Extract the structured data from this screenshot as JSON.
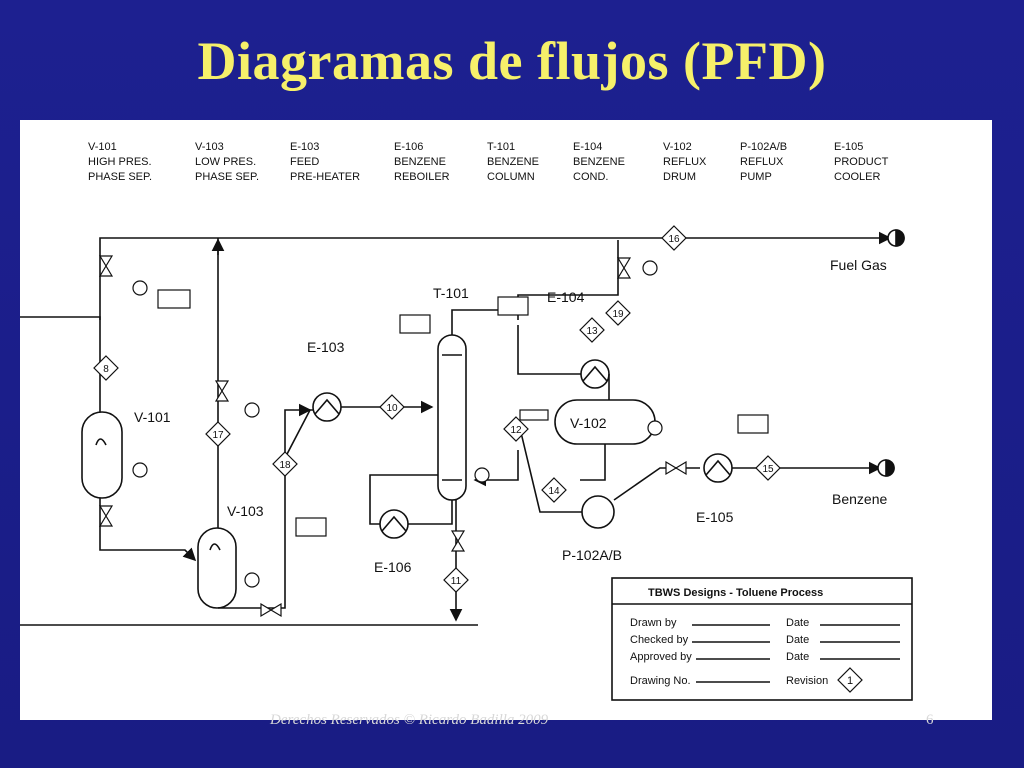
{
  "slide": {
    "title": "Diagramas de flujos (PFD)",
    "footer": "Derechos Reservados © Ricardo Badilla 2009",
    "page_number": "6"
  },
  "equipment_header": [
    {
      "tag": "V-101",
      "line1": "HIGH PRES.",
      "line2": "PHASE SEP."
    },
    {
      "tag": "V-103",
      "line1": "LOW PRES.",
      "line2": "PHASE SEP."
    },
    {
      "tag": "E-103",
      "line1": "FEED",
      "line2": "PRE-HEATER"
    },
    {
      "tag": "E-106",
      "line1": "BENZENE",
      "line2": "REBOILER"
    },
    {
      "tag": "T-101",
      "line1": "BENZENE",
      "line2": "COLUMN"
    },
    {
      "tag": "E-104",
      "line1": "BENZENE",
      "line2": "COND."
    },
    {
      "tag": "V-102",
      "line1": "REFLUX",
      "line2": "DRUM"
    },
    {
      "tag": "P-102A/B",
      "line1": "REFLUX",
      "line2": "PUMP"
    },
    {
      "tag": "E-105",
      "line1": "PRODUCT",
      "line2": "COOLER"
    }
  ],
  "labels": {
    "t101": "T-101",
    "e104": "E-104",
    "e103": "E-103",
    "v101": "V-101",
    "v102": "V-102",
    "v103": "V-103",
    "e106": "E-106",
    "e105": "E-105",
    "p102": "P-102A/B",
    "fuel_gas": "Fuel Gas",
    "benzene": "Benzene"
  },
  "streams": {
    "s16": "16",
    "s8": "8",
    "s17": "17",
    "s18": "18",
    "s10": "10",
    "s13": "13",
    "s19": "19",
    "s12": "12",
    "s14": "14",
    "s15": "15",
    "s11": "11"
  },
  "title_block": {
    "company": "TBWS Designs  -  Toluene Process",
    "drawn_by": "Drawn by",
    "checked_by": "Checked by",
    "approved_by": "Approved by",
    "drawing_no": "Drawing No.",
    "date": "Date",
    "revision": "Revision",
    "revision_no": "1"
  }
}
